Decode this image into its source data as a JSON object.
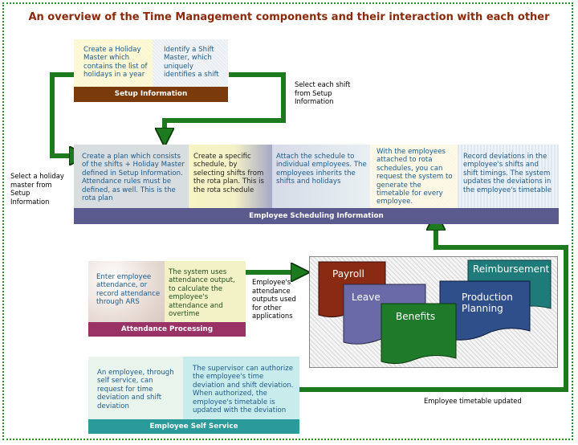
{
  "title": "An overview of the Time Management components and their interaction with each other",
  "setup": {
    "box1": "Create a Holiday Master which contains the list of holidays in a year",
    "box2": "Identify a Shift Master, which uniquely identifies a shift",
    "bar": "Setup Information"
  },
  "scheduling": {
    "box1": "Create a plan which consists of the shifts + Holiday Master defined in Setup Information. Attendance rules must be defined, as well. This is the rota plan",
    "box2": "Create a specific schedule, by selecting shifts from the rota plan. This is the rota schedule",
    "box3": "Attach the schedule to individual employees. The employees inherits the shifts and holidays",
    "box4": "With the employees attached to rota schedules, you can request the system to generate the timetable for every employee.",
    "box5": "Record deviations in the employee's shifts and shift timings. The system updates the deviations in the employee's timetable",
    "bar": "Employee Scheduling Information"
  },
  "attendance": {
    "box1": "Enter employee attendance, or record attendance through ARS",
    "box2": "The system uses attendance output, to calculate the employee's attendance and overtime",
    "bar": "Attendance Processing"
  },
  "selfservice": {
    "box1": "An employee, through self service, can request for time deviation and shift deviation",
    "box2": "The supervisor can authorize the employee's time deviation and shift deviation. When authorized, the employee's timetable is updated with the deviation",
    "bar": "Employee Self Service"
  },
  "notes": {
    "select_shift": "Select each shift from Setup Information",
    "select_holiday": "Select a holiday master from Setup Information",
    "attendance_outputs": "Employee's attendance outputs used for other applications",
    "timetable_updated": "Employee timetable updated"
  },
  "applications": {
    "payroll": "Payroll",
    "leave": "Leave",
    "benefits": "Benefits",
    "production_planning": "Production Planning",
    "reimbursement": "Reimbursement"
  },
  "colors": {
    "arrow": "#1e7a1e",
    "setup_bar": "#7a3a0c",
    "scheduling_bar": "#5a5a8e",
    "attendance_bar": "#993366",
    "selfservice_bar": "#2a9a9a",
    "payroll": "#8a2a12",
    "leave": "#6a6aa8",
    "benefits": "#1f7a2a",
    "production_planning": "#2f4f8a",
    "reimbursement": "#1f7a7a"
  }
}
